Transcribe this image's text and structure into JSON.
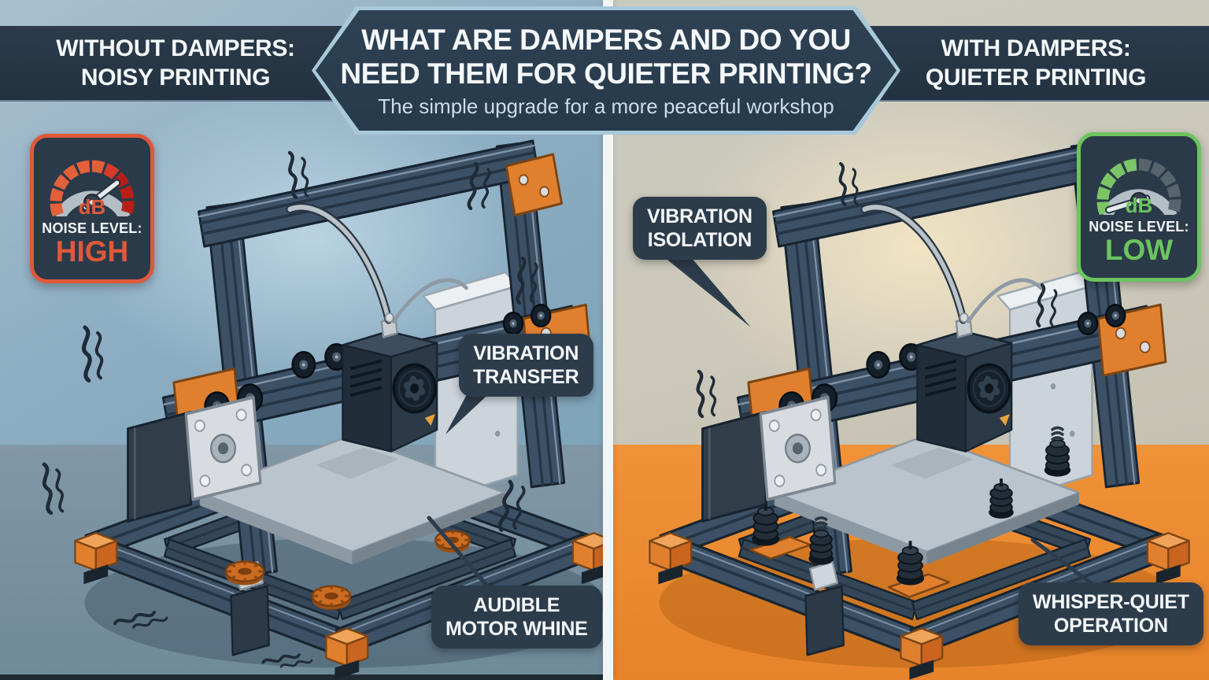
{
  "banner": {
    "title_line1": "WHAT ARE DAMPERS AND DO YOU",
    "title_line2": "NEED THEM FOR QUIETER PRINTING?",
    "subtitle": "The simple upgrade for a more peaceful workshop"
  },
  "left": {
    "header_line1": "WITHOUT DAMPERS:",
    "header_line2": "NOISY PRINTING",
    "gauge": {
      "unit": "dB",
      "label": "NOISE LEVEL:",
      "value": "HIGH",
      "accent": "#e0583a"
    },
    "callouts": [
      {
        "line1": "VIBRATION",
        "line2": "TRANSFER"
      },
      {
        "line1": "AUDIBLE",
        "line2": "MOTOR WHINE"
      }
    ]
  },
  "right": {
    "header_line1": "WITH DAMPERS:",
    "header_line2": "QUIETER PRINTING",
    "gauge": {
      "unit": "dB",
      "label": "NOISE LEVEL:",
      "value": "LOW",
      "accent": "#6cc45e"
    },
    "callouts": [
      {
        "line1": "VIBRATION",
        "line2": "ISOLATION"
      },
      {
        "line1": "WHISPER-QUIET",
        "line2": "OPERATION"
      }
    ]
  },
  "colors": {
    "high_accent": "#e0583a",
    "low_accent": "#6cc45e",
    "banner_bg": "#2b3e50",
    "banner_border": "#a9c9da",
    "left_floor": "#7e96a5",
    "right_floor": "#ee8d33",
    "frame": "#3c5166",
    "accent_orange": "#e0802f"
  }
}
